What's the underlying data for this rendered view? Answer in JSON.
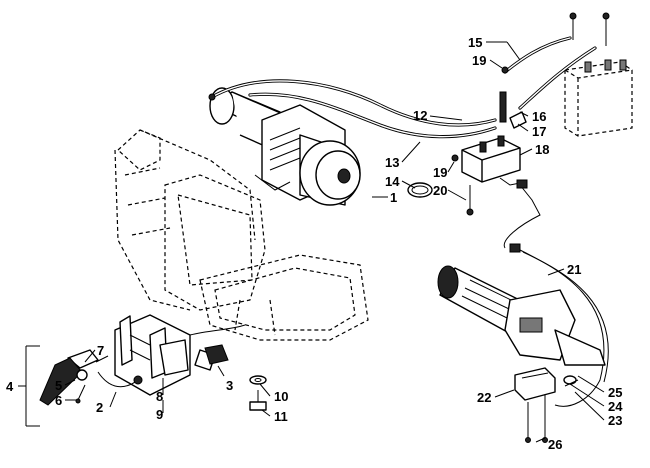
{
  "callouts": {
    "c1": "1",
    "c2": "2",
    "c3": "3",
    "c4": "4",
    "c5": "5",
    "c6": "6",
    "c7": "7",
    "c8": "8",
    "c9": "9",
    "c10": "10",
    "c11": "11",
    "c12": "12",
    "c13": "13",
    "c14": "14",
    "c15": "15",
    "c16": "16",
    "c17": "17",
    "c18": "18",
    "c19a": "19",
    "c19b": "19",
    "c20": "20",
    "c21": "21",
    "c22": "22",
    "c23": "23",
    "c24": "24",
    "c25": "25",
    "c26": "26"
  },
  "colors": {
    "line": "#000000",
    "background": "#ffffff"
  }
}
